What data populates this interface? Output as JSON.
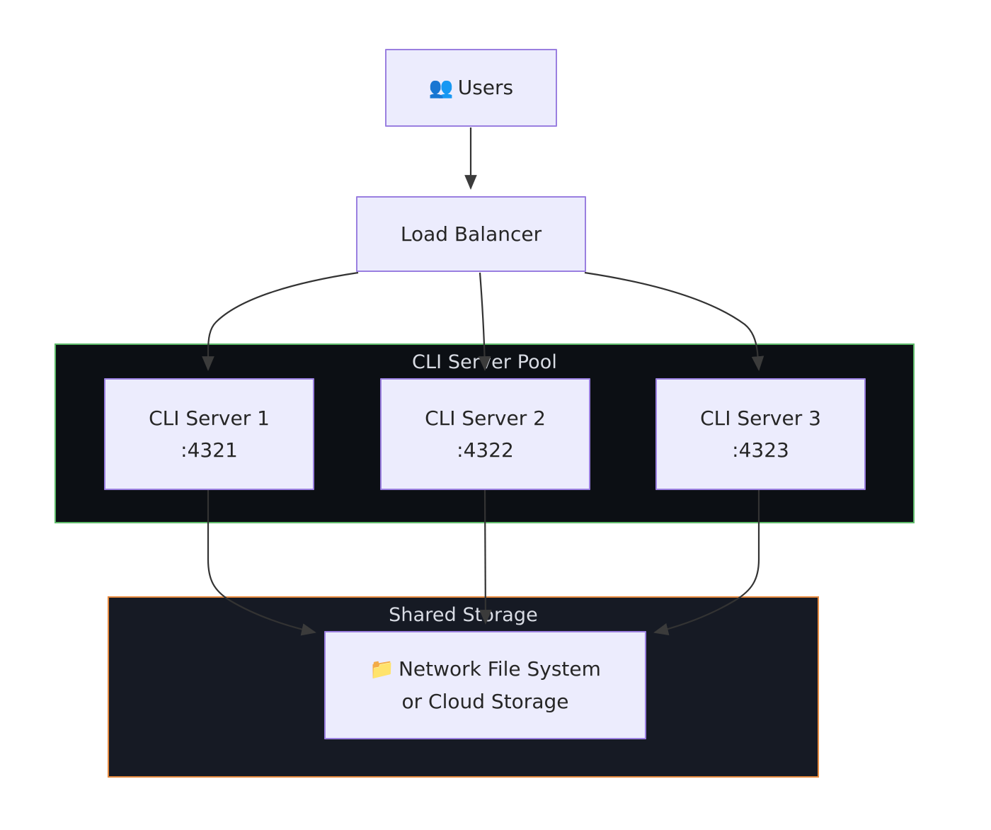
{
  "diagram": {
    "type": "flowchart",
    "direction": "top-down",
    "background_color": "#ffffff",
    "node_fill_color": "#ececfd",
    "node_border_color": "#9a7fe0",
    "node_text_color": "#262626",
    "edge_color": "#333333"
  },
  "nodes": {
    "users": {
      "icon": "busts-in-silhouette-icon",
      "icon_glyph": "👥",
      "label": "Users"
    },
    "load_balancer": {
      "label": "Load Balancer"
    },
    "cli_server_1": {
      "label": "CLI Server 1",
      "port": ":4321"
    },
    "cli_server_2": {
      "label": "CLI Server 2",
      "port": ":4322"
    },
    "cli_server_3": {
      "label": "CLI Server 3",
      "port": ":4323"
    },
    "storage": {
      "icon": "file-folder-icon",
      "icon_glyph": "📁",
      "label_line1": "Network File System",
      "label_line2": "or Cloud Storage"
    }
  },
  "clusters": {
    "cli_pool": {
      "title": "CLI Server Pool",
      "border_color": "#5ebb6a",
      "fill_color": "#0c0f14",
      "title_color": "#d9dce4"
    },
    "shared_storage": {
      "title": "Shared Storage",
      "border_color": "#e68a3f",
      "fill_color": "#161a24",
      "title_color": "#d9dce4"
    }
  },
  "edges": [
    {
      "from": "users",
      "to": "load_balancer",
      "style": "straight-arrow"
    },
    {
      "from": "load_balancer",
      "to": "cli_server_1",
      "style": "curved-arrow"
    },
    {
      "from": "load_balancer",
      "to": "cli_server_2",
      "style": "straight-arrow"
    },
    {
      "from": "load_balancer",
      "to": "cli_server_3",
      "style": "curved-arrow"
    },
    {
      "from": "cli_server_1",
      "to": "storage",
      "style": "curved-arrow"
    },
    {
      "from": "cli_server_2",
      "to": "storage",
      "style": "straight-arrow"
    },
    {
      "from": "cli_server_3",
      "to": "storage",
      "style": "curved-arrow"
    }
  ]
}
